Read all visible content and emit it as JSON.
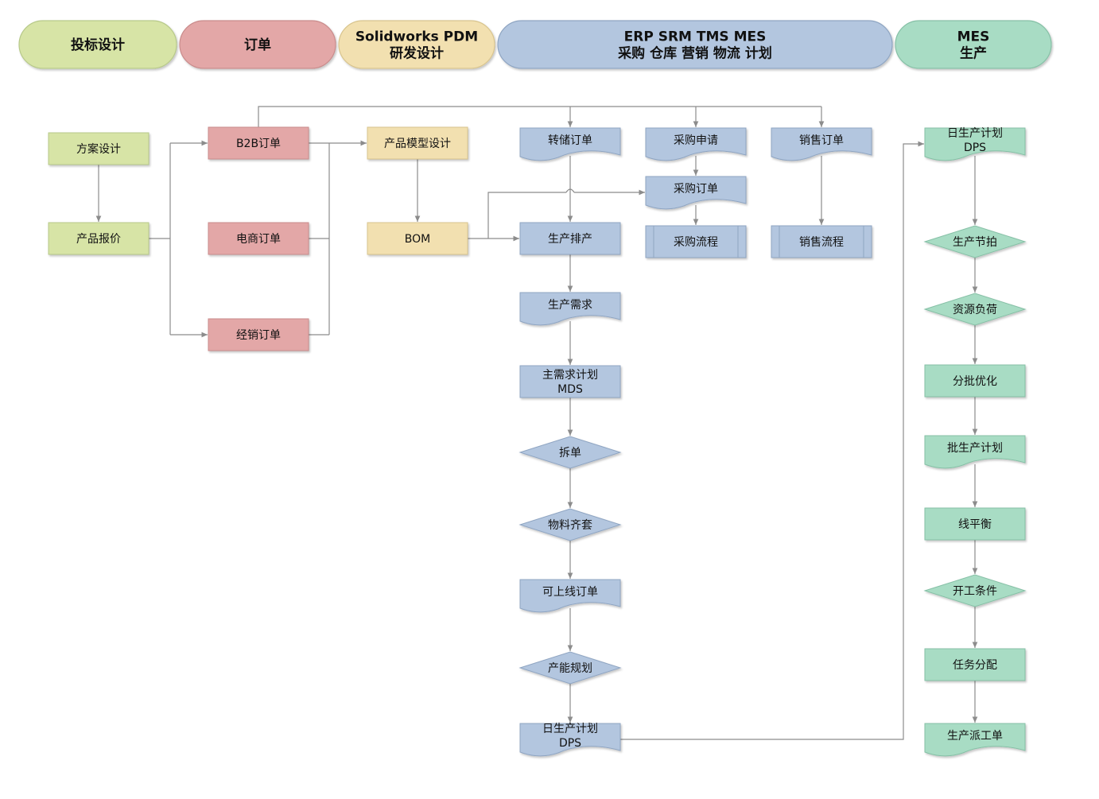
{
  "colors": {
    "green": "#d7e4a6",
    "green_stroke": "#b7c98a",
    "red": "#e3a7a7",
    "red_stroke": "#c98c8c",
    "yellow": "#f2e0b0",
    "yellow_stroke": "#d8c48e",
    "blue": "#b3c6df",
    "blue_stroke": "#8fa5c2",
    "teal": "#a8dcc4",
    "teal_stroke": "#86c0a6",
    "line": "#8c8c8c"
  },
  "headers": [
    {
      "id": "h1",
      "lines": [
        "投标设计"
      ],
      "color": "green"
    },
    {
      "id": "h2",
      "lines": [
        "订单"
      ],
      "color": "red"
    },
    {
      "id": "h3",
      "lines": [
        "Solidworks PDM",
        "研发设计"
      ],
      "color": "yellow"
    },
    {
      "id": "h4",
      "lines": [
        "ERP  SRM  TMS  MES",
        "采购  仓库  营销  物流  计划"
      ],
      "color": "blue"
    },
    {
      "id": "h5",
      "lines": [
        "MES",
        "生产"
      ],
      "color": "teal"
    }
  ],
  "nodes": [
    {
      "id": "fangan",
      "lines": [
        "方案设计"
      ],
      "shape": "rect",
      "color": "green"
    },
    {
      "id": "baojia",
      "lines": [
        "产品报价"
      ],
      "shape": "rect",
      "color": "green"
    },
    {
      "id": "b2b",
      "lines": [
        "B2B订单"
      ],
      "shape": "rect",
      "color": "red"
    },
    {
      "id": "dianshang",
      "lines": [
        "电商订单"
      ],
      "shape": "rect",
      "color": "red"
    },
    {
      "id": "jingxiao",
      "lines": [
        "经销订单"
      ],
      "shape": "rect",
      "color": "red"
    },
    {
      "id": "moxing",
      "lines": [
        "产品模型设计"
      ],
      "shape": "rect",
      "color": "yellow"
    },
    {
      "id": "bom",
      "lines": [
        "BOM"
      ],
      "shape": "rect",
      "color": "yellow"
    },
    {
      "id": "zhuanchu",
      "lines": [
        "转储订单"
      ],
      "shape": "doc",
      "color": "blue"
    },
    {
      "id": "caigou_sq",
      "lines": [
        "采购申请"
      ],
      "shape": "doc",
      "color": "blue"
    },
    {
      "id": "xiaoshou_dd",
      "lines": [
        "销售订单"
      ],
      "shape": "doc",
      "color": "blue"
    },
    {
      "id": "caigou_dd",
      "lines": [
        "采购订单"
      ],
      "shape": "doc",
      "color": "blue"
    },
    {
      "id": "caigou_lc",
      "lines": [
        "采购流程"
      ],
      "shape": "process",
      "color": "blue"
    },
    {
      "id": "xiaoshou_lc",
      "lines": [
        "销售流程"
      ],
      "shape": "process",
      "color": "blue"
    },
    {
      "id": "paichan",
      "lines": [
        "生产排产"
      ],
      "shape": "rect",
      "color": "blue"
    },
    {
      "id": "xuqiu",
      "lines": [
        "生产需求"
      ],
      "shape": "doc",
      "color": "blue"
    },
    {
      "id": "mds",
      "lines": [
        "主需求计划",
        "MDS"
      ],
      "shape": "rect",
      "color": "blue"
    },
    {
      "id": "chaidan",
      "lines": [
        "拆单"
      ],
      "shape": "diamond",
      "color": "blue"
    },
    {
      "id": "qitao",
      "lines": [
        "物料齐套"
      ],
      "shape": "diamond",
      "color": "blue"
    },
    {
      "id": "shangxian",
      "lines": [
        "可上线订单"
      ],
      "shape": "doc",
      "color": "blue"
    },
    {
      "id": "channeng",
      "lines": [
        "产能规划"
      ],
      "shape": "diamond",
      "color": "blue"
    },
    {
      "id": "dps1",
      "lines": [
        "日生产计划",
        "DPS"
      ],
      "shape": "doc",
      "color": "blue"
    },
    {
      "id": "dps2",
      "lines": [
        "日生产计划",
        "DPS"
      ],
      "shape": "doc",
      "color": "teal"
    },
    {
      "id": "jiepai",
      "lines": [
        "生产节拍"
      ],
      "shape": "diamond",
      "color": "teal"
    },
    {
      "id": "fuhe",
      "lines": [
        "资源负荷"
      ],
      "shape": "diamond",
      "color": "teal"
    },
    {
      "id": "youhua",
      "lines": [
        "分批优化"
      ],
      "shape": "rect",
      "color": "teal"
    },
    {
      "id": "pijihua",
      "lines": [
        "批生产计划"
      ],
      "shape": "doc",
      "color": "teal"
    },
    {
      "id": "xianpingheng",
      "lines": [
        "线平衡"
      ],
      "shape": "rect",
      "color": "teal"
    },
    {
      "id": "kaigong",
      "lines": [
        "开工条件"
      ],
      "shape": "diamond",
      "color": "teal"
    },
    {
      "id": "fenpei",
      "lines": [
        "任务分配"
      ],
      "shape": "rect",
      "color": "teal"
    },
    {
      "id": "paigong",
      "lines": [
        "生产派工单"
      ],
      "shape": "doc",
      "color": "teal"
    }
  ]
}
